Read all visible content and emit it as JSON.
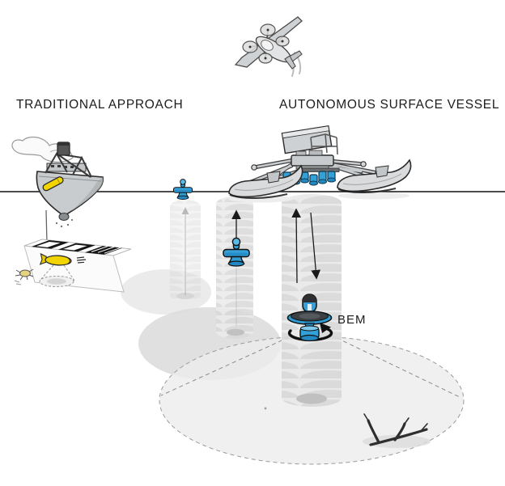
{
  "labels": {
    "traditional": "TRADITIONAL APPROACH",
    "autonomous": "AUTONOMOUS SURFACE VESSEL",
    "bem": "BEM"
  },
  "colors": {
    "device_blue": "#35a1d8",
    "device_blue_dark": "#2388c2",
    "auv_yellow": "#f2d500",
    "outline_black": "#1a1a1a",
    "water_column_gray": "#ebebeb",
    "shadow_gray": "#dedede",
    "seafloor_gray": "#ececec",
    "water_line": "#111111"
  },
  "icons": [
    "survey-drone-icon",
    "research-vessel-icon",
    "deck-auv-icon",
    "survey-grid-icon",
    "towed-auv-icon",
    "sonar-footprint-icon",
    "crab-icon",
    "asv-catamaran-icon",
    "sensor-cluster-icon",
    "surface-float-icon",
    "mid-water-float-icon",
    "bem-lander-icon",
    "rotation-arrow-icon",
    "water-column-icon",
    "seafloor-scan-area-icon",
    "driftwood-icon"
  ]
}
